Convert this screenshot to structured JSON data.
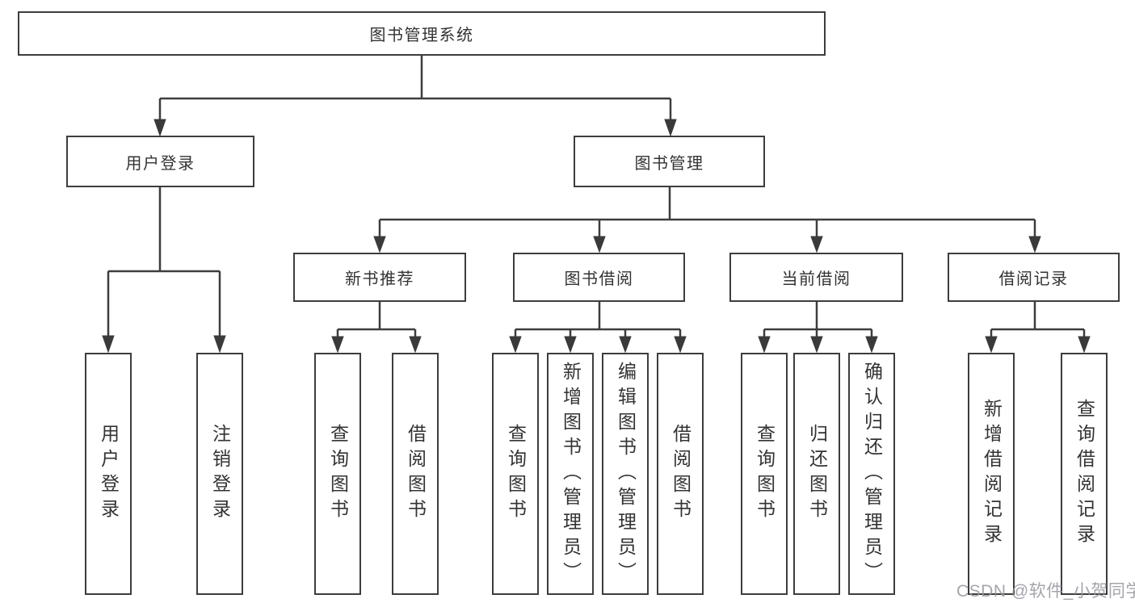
{
  "diagram": {
    "title": "图书管理系统",
    "watermark": "CSDN @软件_小贺同学",
    "colors": {
      "line": "#3d3d3d",
      "box_border": "#3d3d3d",
      "text": "#333333",
      "watermark": "#94949e",
      "background": "#ffffff"
    },
    "tree": {
      "root": {
        "label": "图书管理系统"
      },
      "branches": [
        {
          "label": "用户登录",
          "leaves": [
            "用户登录",
            "注销登录"
          ]
        },
        {
          "label": "图书管理",
          "groups": [
            {
              "label": "新书推荐",
              "leaves": [
                "查询图书",
                "借阅图书"
              ]
            },
            {
              "label": "图书借阅",
              "leaves": [
                "查询图书",
                "新增图书（管理员）",
                "编辑图书（管理员）",
                "借阅图书"
              ]
            },
            {
              "label": "当前借阅",
              "leaves": [
                "查询图书",
                "归还图书",
                "确认归还（管理员）"
              ]
            },
            {
              "label": "借阅记录",
              "leaves": [
                "新增借阅记录",
                "查询借阅记录"
              ]
            }
          ]
        }
      ]
    }
  }
}
